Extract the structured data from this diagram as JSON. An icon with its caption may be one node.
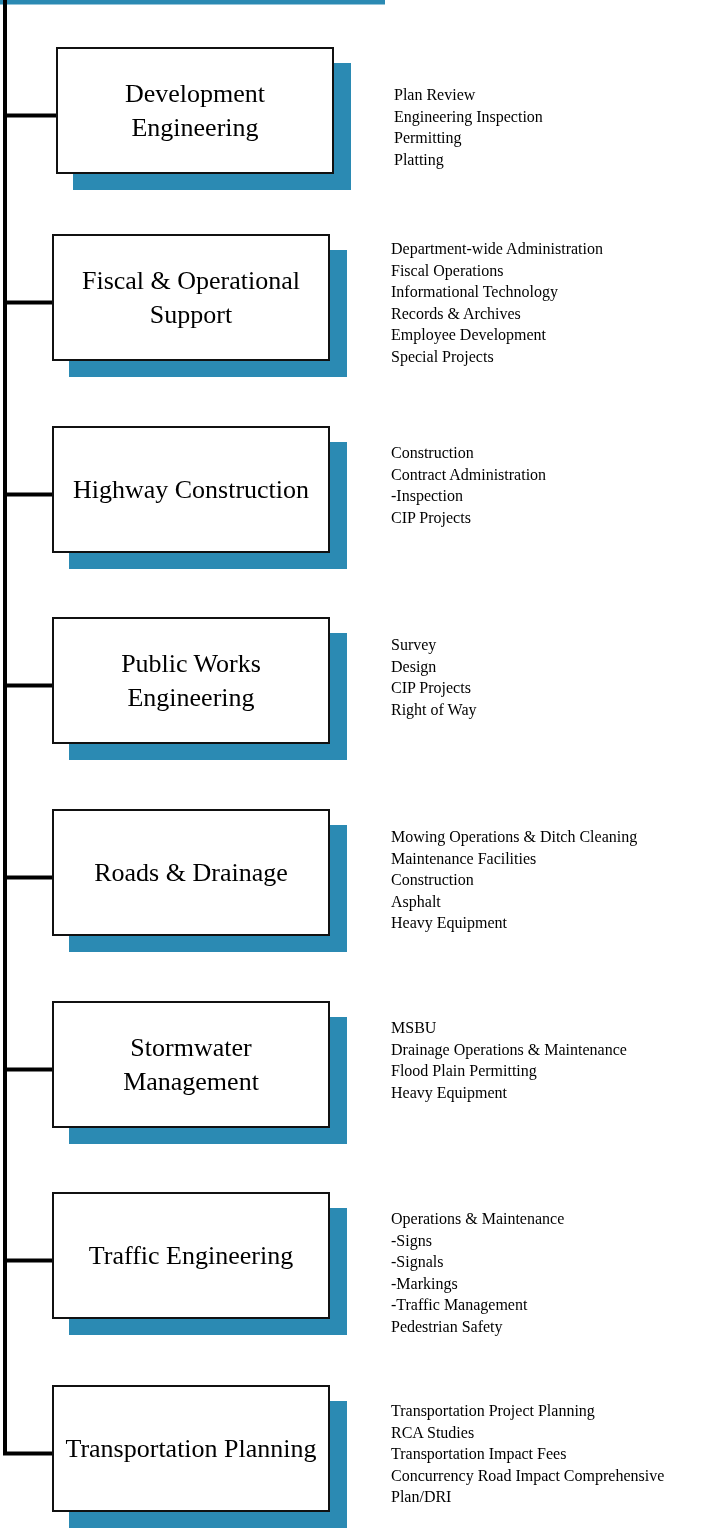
{
  "diagram": {
    "nodes": [
      {
        "text": [
          "Development Engineering"
        ],
        "beside": [
          "Plan Review",
          "Engineering Inspection",
          "Permitting",
          "Platting"
        ]
      },
      {
        "text": [
          "Fiscal & Operational Support"
        ],
        "beside": [
          "Department-wide Administration",
          "Fiscal Operations",
          "Informational Technology",
          "Records & Archives",
          "Employee Development",
          "Special Projects"
        ]
      },
      {
        "text": [
          "Highway Construction"
        ],
        "beside": [
          "Construction",
          "Contract Administration",
          "-Inspection",
          "CIP Projects"
        ]
      },
      {
        "text": [
          "Public Works Engineering"
        ],
        "beside": [
          "Survey",
          "Design",
          "CIP Projects",
          "Right of Way"
        ]
      },
      {
        "text": [
          "Roads & Drainage"
        ],
        "beside": [
          "Mowing Operations & Ditch Cleaning",
          "Maintenance Facilities",
          "Construction",
          "Asphalt",
          "Heavy Equipment"
        ]
      },
      {
        "text": [
          "Stormwater Management"
        ],
        "beside": [
          "MSBU",
          "Drainage Operations & Maintenance",
          "Flood Plain Permitting",
          "Heavy Equipment"
        ]
      },
      {
        "text": [
          "Traffic Engineering"
        ],
        "beside": [
          "Operations & Maintenance",
          "-Signs",
          "-Signals",
          "-Markings",
          "-Traffic Management",
          "Pedestrian Safety"
        ]
      },
      {
        "text": [
          "Transportation Planning"
        ],
        "beside": [
          "Transportation Project Planning",
          "RCA Studies",
          "Transportation Impact Fees",
          "Concurrency Road Impact Comprehensive Plan/DRI"
        ]
      }
    ],
    "edges": [
      {
        "from": null,
        "to": 0,
        "arrow": "none"
      },
      {
        "from": null,
        "to": 1,
        "arrow": "none"
      },
      {
        "from": null,
        "to": 2,
        "arrow": "none"
      },
      {
        "from": null,
        "to": 3,
        "arrow": "none"
      },
      {
        "from": null,
        "to": 4,
        "arrow": "none"
      },
      {
        "from": null,
        "to": 5,
        "arrow": "none"
      },
      {
        "from": null,
        "to": 6,
        "arrow": "none"
      },
      {
        "from": null,
        "to": 7,
        "arrow": "none"
      }
    ]
  }
}
